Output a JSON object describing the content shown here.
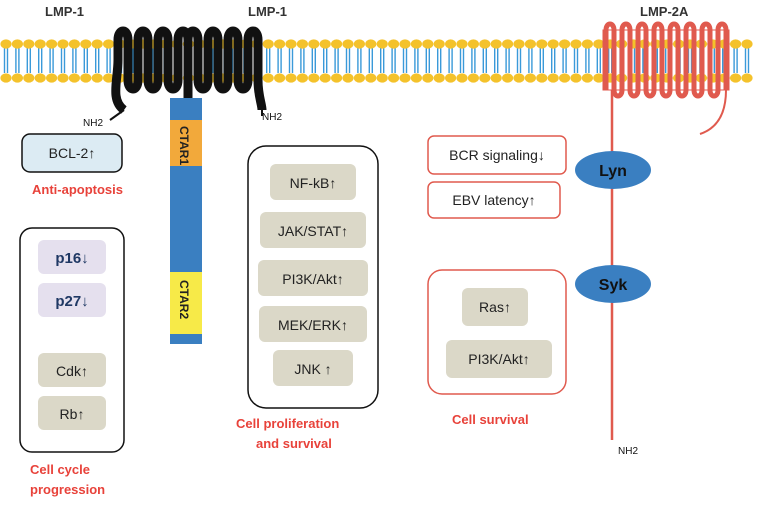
{
  "proteins": {
    "lmp1_left": "LMP-1",
    "lmp1_right": "LMP-1",
    "lmp2a": "LMP-2A"
  },
  "termini": {
    "nh2_left": "NH2",
    "nh2_right": "NH2",
    "nh2_lmp2a": "NH2"
  },
  "ctar": {
    "ctar1": "CTAR1",
    "ctar2": "CTAR2"
  },
  "anti_apoptosis": {
    "box": "BCL-2↑",
    "label": "Anti-apoptosis"
  },
  "cell_cycle": {
    "items": [
      "p16↓",
      "p27↓",
      "Cdk↑",
      "Rb↑"
    ],
    "label_line1": "Cell cycle",
    "label_line2": "progression"
  },
  "proliferation": {
    "items": [
      "NF-kB↑",
      "JAK/STAT↑",
      "PI3K/Akt↑",
      "MEK/ERK↑",
      "JNK ↑"
    ],
    "label_line1": "Cell  proliferation",
    "label_line2": "and survival"
  },
  "lmp2a_effects": {
    "items": [
      "BCR signaling↓",
      "EBV latency↑"
    ]
  },
  "kinases": {
    "lyn": "Lyn",
    "syk": "Syk"
  },
  "survival": {
    "items": [
      "Ras↑",
      "PI3K/Akt↑"
    ],
    "label": "Cell survival"
  },
  "colors": {
    "lipid_head": "#f4c22b",
    "lipid_tail": "#3a9ad9",
    "lmp1": "#111111",
    "lmp2a": "#e05a4e",
    "ctar_bar": "#3a7fc1",
    "ctar1": "#f2a93b",
    "ctar2": "#f7ea48",
    "kinase": "#3a7fc1",
    "label_red": "#e8423a"
  }
}
